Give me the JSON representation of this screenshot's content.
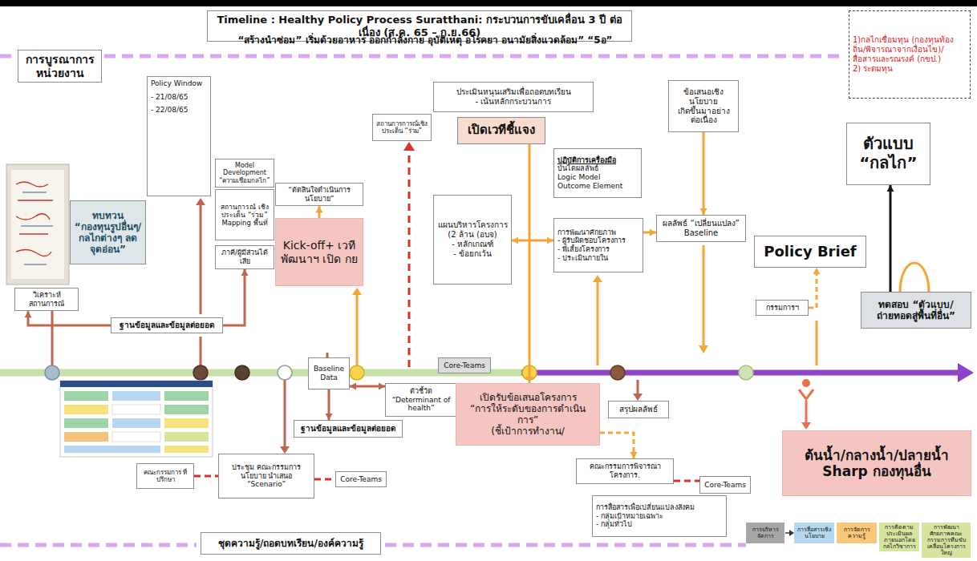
{
  "diagram": {
    "title": "Timeline : Healthy Policy Process Suratthani: กระบวนการขับเคลื่อน 3 ปี ต่อเนื่อง (ส.ค. 65 – ก.ย.66)",
    "nodes": [
      {
        "text": [
          "การบูรณาการ หน่วยงาน"
        ]
      },
      {
        "text": [
          "Policy Window",
          "- 21/08/65",
          "- 22/08/65"
        ]
      },
      {
        "text": [
          "Model Development “ความเชื่อมกลไก”"
        ]
      },
      {
        "text": [
          "สถานการณ์ เชิงประเด็น “ร่วม” Mapping พื้นที่"
        ]
      },
      {
        "text": [
          "ภาคี/ผู้มีส่วนได้ เสีย"
        ]
      },
      {
        "text": [
          "ทบทวน “กองทุนรูปอื่นๆ/ กลไกต่างๆ ลดจุดอ่อน”"
        ]
      },
      {
        "text": [
          "วิเคราะห์สถานการณ์"
        ]
      },
      {
        "text": [
          "ฐานข้อมูลและข้อมูลต่อยอด"
        ]
      },
      {
        "text": [
          "“ตัดสินใจดำเนินการนโยบาย”"
        ]
      },
      {
        "text": [
          "Kick-off+ เวทีพัฒนาฯ เปิด กย"
        ]
      },
      {
        "text": [
          "สถานการการณ์เชิง ประเด็น “ร่วม”"
        ]
      },
      {
        "text": [
          "ประเมินหนุนเสริมเพื่อถอดบทเรียน",
          "- เน้นหลักกระบวนการ"
        ]
      },
      {
        "text": [
          "เปิดเวทีชี้แจง"
        ]
      },
      {
        "text": [
          "แผนบริหารโครงการ",
          "(2 ล้าน (อบจ)",
          "- หลักเกณฑ์",
          "- ข้อยกเว้น"
        ]
      },
      {
        "text": [
          "ปฏิบัติการเครื่องมือ",
          "บันไดผลลัพธ์",
          "Logic Model",
          "Outcome Element"
        ]
      },
      {
        "text": [
          "การพัฒนาศักยภาพ",
          "- ผู้รับผิดชอบโครงการ",
          "- พี่เลี้ยงโครงการ",
          "- ประเมินภายใน"
        ]
      },
      {
        "text": [
          "ข้อเสนอเชิงนโยบาย",
          "เกิดขึ้นมาอย่าง ต่อเนื่อง"
        ]
      },
      {
        "text": [
          "ผลลัพธ์ “เปลี่ยนแปลง”",
          "Baseline"
        ]
      },
      {
        "text": [
          "Policy Brief"
        ]
      },
      {
        "text": [
          "ตัวแบบ",
          "“กลไก”"
        ]
      },
      {
        "text": [
          "ทดสอบ “ตัวแบบ/ ถ่ายทอดสู่พื้นที่อื่น”"
        ]
      },
      {
        "text": [
          "กรรมการฯ"
        ]
      },
      {
        "text": [
          "Core-Teams"
        ]
      },
      {
        "text": [
          "Baseline Data"
        ]
      },
      {
        "text": [
          "ตัวชี้วัด",
          "“Determinant of health”"
        ]
      },
      {
        "text": [
          "ฐานข้อมูลและข้อมูลต่อยอด"
        ]
      },
      {
        "text": [
          "คณะกรรมการ ที่ปรึกษา"
        ]
      },
      {
        "text": [
          "ประชุม คณะกรรมการนโยบาย นำเสนอ “Scenario”"
        ]
      },
      {
        "text": [
          "Core-Teams"
        ]
      },
      {
        "text": [
          "เปิดรับข้อเสนอโครงการ",
          "“การให้ระดับของการดำเนินการ”",
          "(ชี้เป้าการทำงาน/"
        ]
      },
      {
        "text": [
          "สรุปผลลัพธ์"
        ]
      },
      {
        "text": [
          "คณะกรรมการพิจารณา โครงการ."
        ]
      },
      {
        "text": [
          "Core-Teams"
        ]
      },
      {
        "text": [
          "การสื่อสารเพื่อเปลี่ยนแปลงสังคม",
          "- กลุ่มเป้าหมายเฉพาะ",
          "- กลุ่มทั่วไป"
        ]
      },
      {
        "text": [
          "ต้นน้ำ/กลางน้ำ/ปลายน้ำ",
          "Sharp กองทุนอื่น"
        ]
      },
      {
        "text": [
          "ชุดความรู้/ถอดบทเรียน/องค์ความรู้"
        ]
      },
      {
        "text": [
          "1)กลไกเชื่อมทุน (กองทุนท้องถิ่น/พิจารณาจากเงื่อนไข)/สื่อสารและรณรงค์ (กขป.)",
          "2) ระดมทุน"
        ]
      }
    ],
    "edges": [
      {
        "from": 7,
        "to": 6,
        "arrow": "to"
      },
      {
        "from": 7,
        "to": 4,
        "arrow": "to"
      },
      {
        "from": 9,
        "to": 8,
        "arrow": "to"
      },
      {
        "from": 12,
        "to": 29,
        "arrow": "to"
      },
      {
        "from": 13,
        "to": 15,
        "arrow": "both"
      },
      {
        "from": 15,
        "to": 17,
        "arrow": "to"
      },
      {
        "from": 16,
        "to": 17,
        "arrow": "to"
      },
      {
        "from": 21,
        "to": 18,
        "arrow": "to"
      },
      {
        "from": 20,
        "to": 19,
        "arrow": "to"
      },
      {
        "from": 23,
        "to": 24,
        "arrow": "both"
      },
      {
        "from": 23,
        "to": 25,
        "arrow": "to"
      },
      {
        "from": 26,
        "to": 27,
        "arrow": "none"
      },
      {
        "from": 27,
        "to": 28,
        "arrow": "none"
      },
      {
        "from": 29,
        "to": 31,
        "arrow": "to"
      },
      {
        "from": 31,
        "to": 32,
        "arrow": "none"
      }
    ],
    "labels": [
      "“สร้างนำซ่อม” เริ่มด้วยอาหาร ออกกำลังกาย อุบัติเหตุ อโรคยา อนามัยสิ่งแวดล้อม” “5อ”"
    ],
    "legend": [
      {
        "text": "การบริหารจัดการ",
        "color": "#a6a6a6"
      },
      {
        "text": "การสื่อสารเชิงนโยบาย",
        "color": "#b4d7f0"
      },
      {
        "text": "การจัดการความรู้",
        "color": "#f9c77a"
      },
      {
        "text": "การติดตามประเมินผลภายนอกโดยกลไกวิชาการ",
        "color": "#d6e4a0"
      },
      {
        "text": "การพัฒนาศักยภาพคณะกรรมการทีมขับเคลื่อนโครงการใหญ่",
        "color": "#d6e4a0"
      }
    ]
  }
}
